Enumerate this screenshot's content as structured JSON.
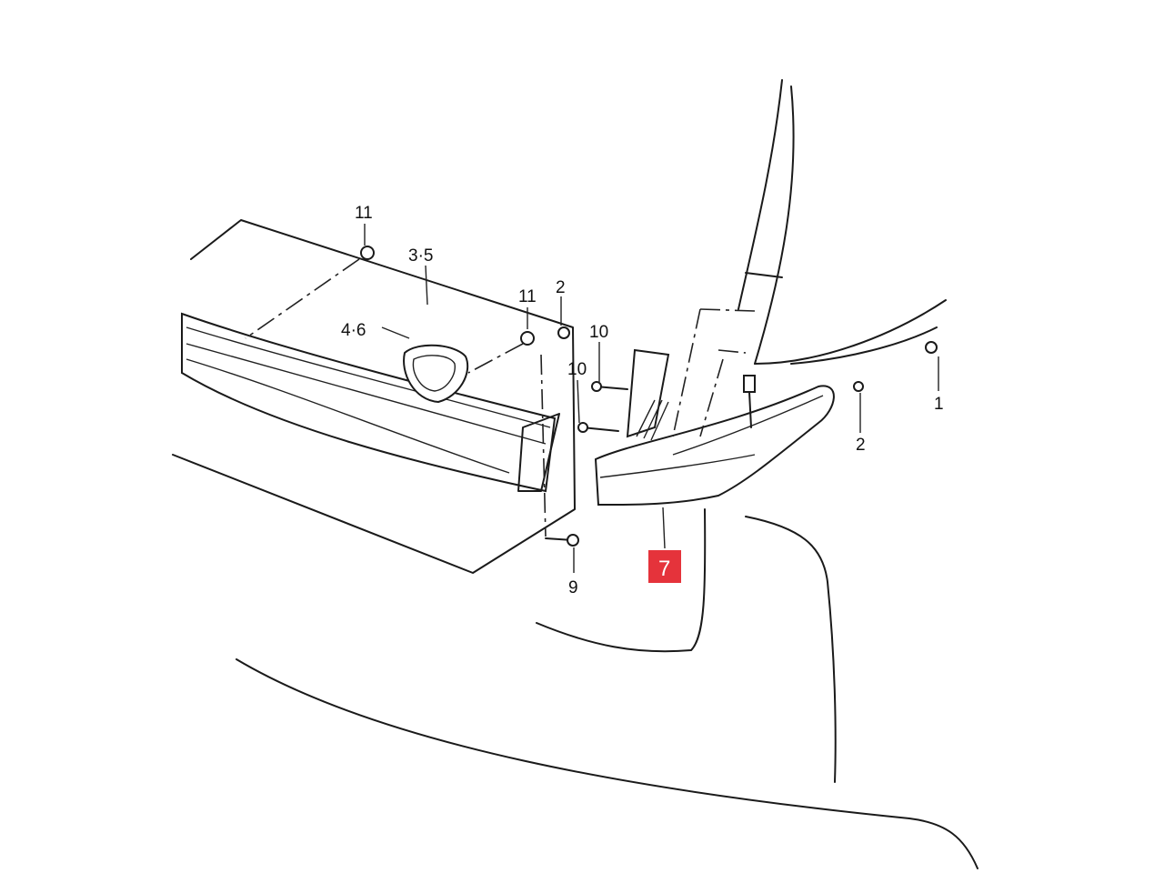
{
  "callouts": {
    "c11_top": "11",
    "c3_5": "3·5",
    "c11_mid": "11",
    "c2_mid": "2",
    "c4_6": "4·6",
    "c10_upper": "10",
    "c10_lower": "10",
    "c1": "1",
    "c2_right": "2",
    "c9": "9",
    "c7": "7"
  },
  "highlight": {
    "part": "7",
    "color": "#e5333b"
  }
}
